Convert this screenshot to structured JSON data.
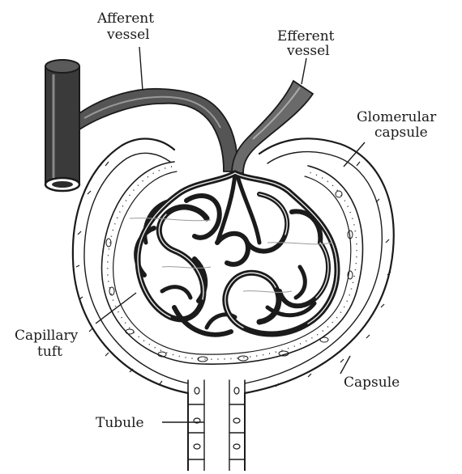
{
  "diagram": {
    "labels": {
      "afferent_line1": "Afferent",
      "afferent_line2": "vessel",
      "efferent_line1": "Efferent",
      "efferent_line2": "vessel",
      "glomerular_line1": "Glomerular",
      "glomerular_line2": "capsule",
      "capillary_line1": "Capillary",
      "capillary_line2": "tuft",
      "capsule": "Capsule",
      "tubule": "Tubule"
    }
  }
}
